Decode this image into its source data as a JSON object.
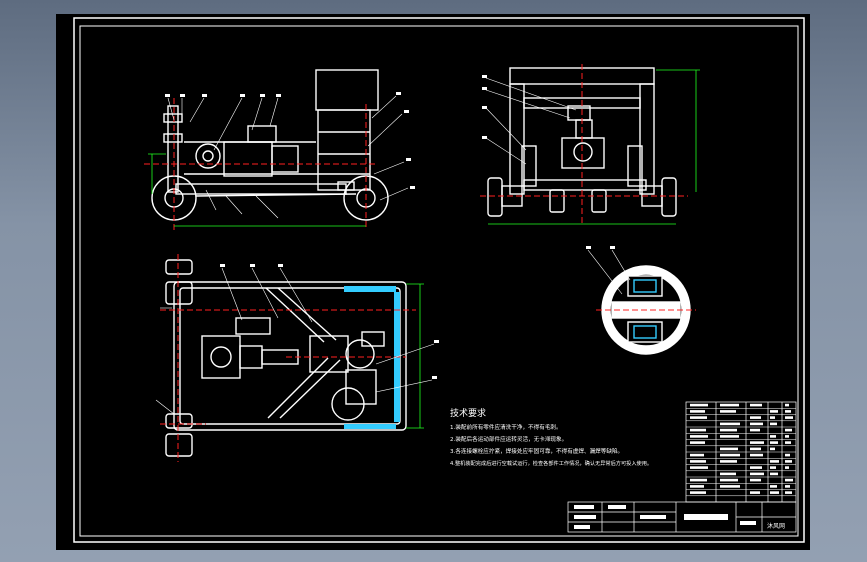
{
  "drawing": {
    "tech_heading": "技术要求",
    "tech_requirements": [
      "1.装配前所有零件应清洗干净，不得有毛刺。",
      "2.装配后各运动部件应运转灵活，无卡滞现象。",
      "3.各连接螺栓应拧紧，焊接处应牢固可靠，不得有虚焊、漏焊等缺陷。",
      "4.整机装配完成后进行空载试运行，检查各部件工作情况，确认无异常后方可投入使用。"
    ],
    "title_block": {
      "logo": "沐风网"
    },
    "colors": {
      "background": "#000000",
      "line": "#ffffff",
      "centerline": "#ff2020",
      "dimension": "#20ff20",
      "frame_accent": "#33ccff"
    }
  }
}
